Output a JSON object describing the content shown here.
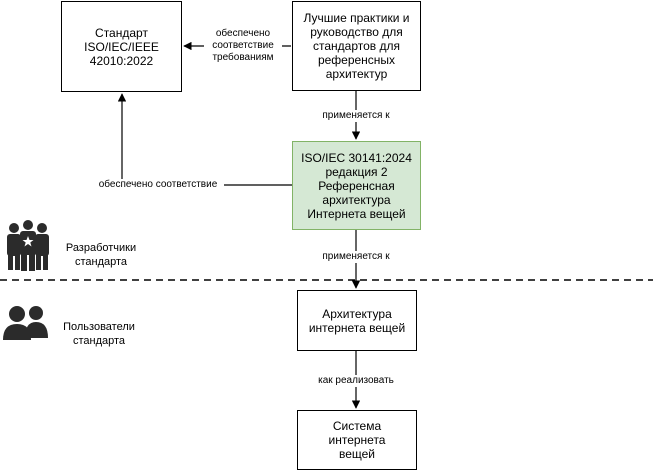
{
  "nodes": {
    "standard": "Стандарт\nISO/IEC/IEEE\n42010:2022",
    "best_practices": "Лучшие практики и\nруководство для\nстандартов для\nреференсных\nархитектур",
    "iso30141": "ISO/IEC 30141:2024\nредакция 2\nРеференсная\nархитектура\nИнтернета вещей",
    "iot_arch": "Архитектура\nинтернета вещей",
    "iot_system": "Система интернета\nвещей"
  },
  "edges": {
    "provides_compliance_requirements": "обеспечено\nсоответствие\nтребованиям",
    "applies_to_1": "применяется к",
    "provides_compliance": "обеспечено соответствие",
    "applies_to_2": "применяется к",
    "how_to_implement": "как реализовать"
  },
  "roles": {
    "developers": "Разработчики\nстандарта",
    "users": "Пользователи\nстандарта"
  },
  "colors": {
    "iso30141_fill": "#d5e8d4",
    "iso30141_stroke": "#82b366",
    "icon_fill": "#2b2b2b"
  },
  "icons": {
    "developers": "group-of-people-icon",
    "users": "two-users-icon"
  }
}
